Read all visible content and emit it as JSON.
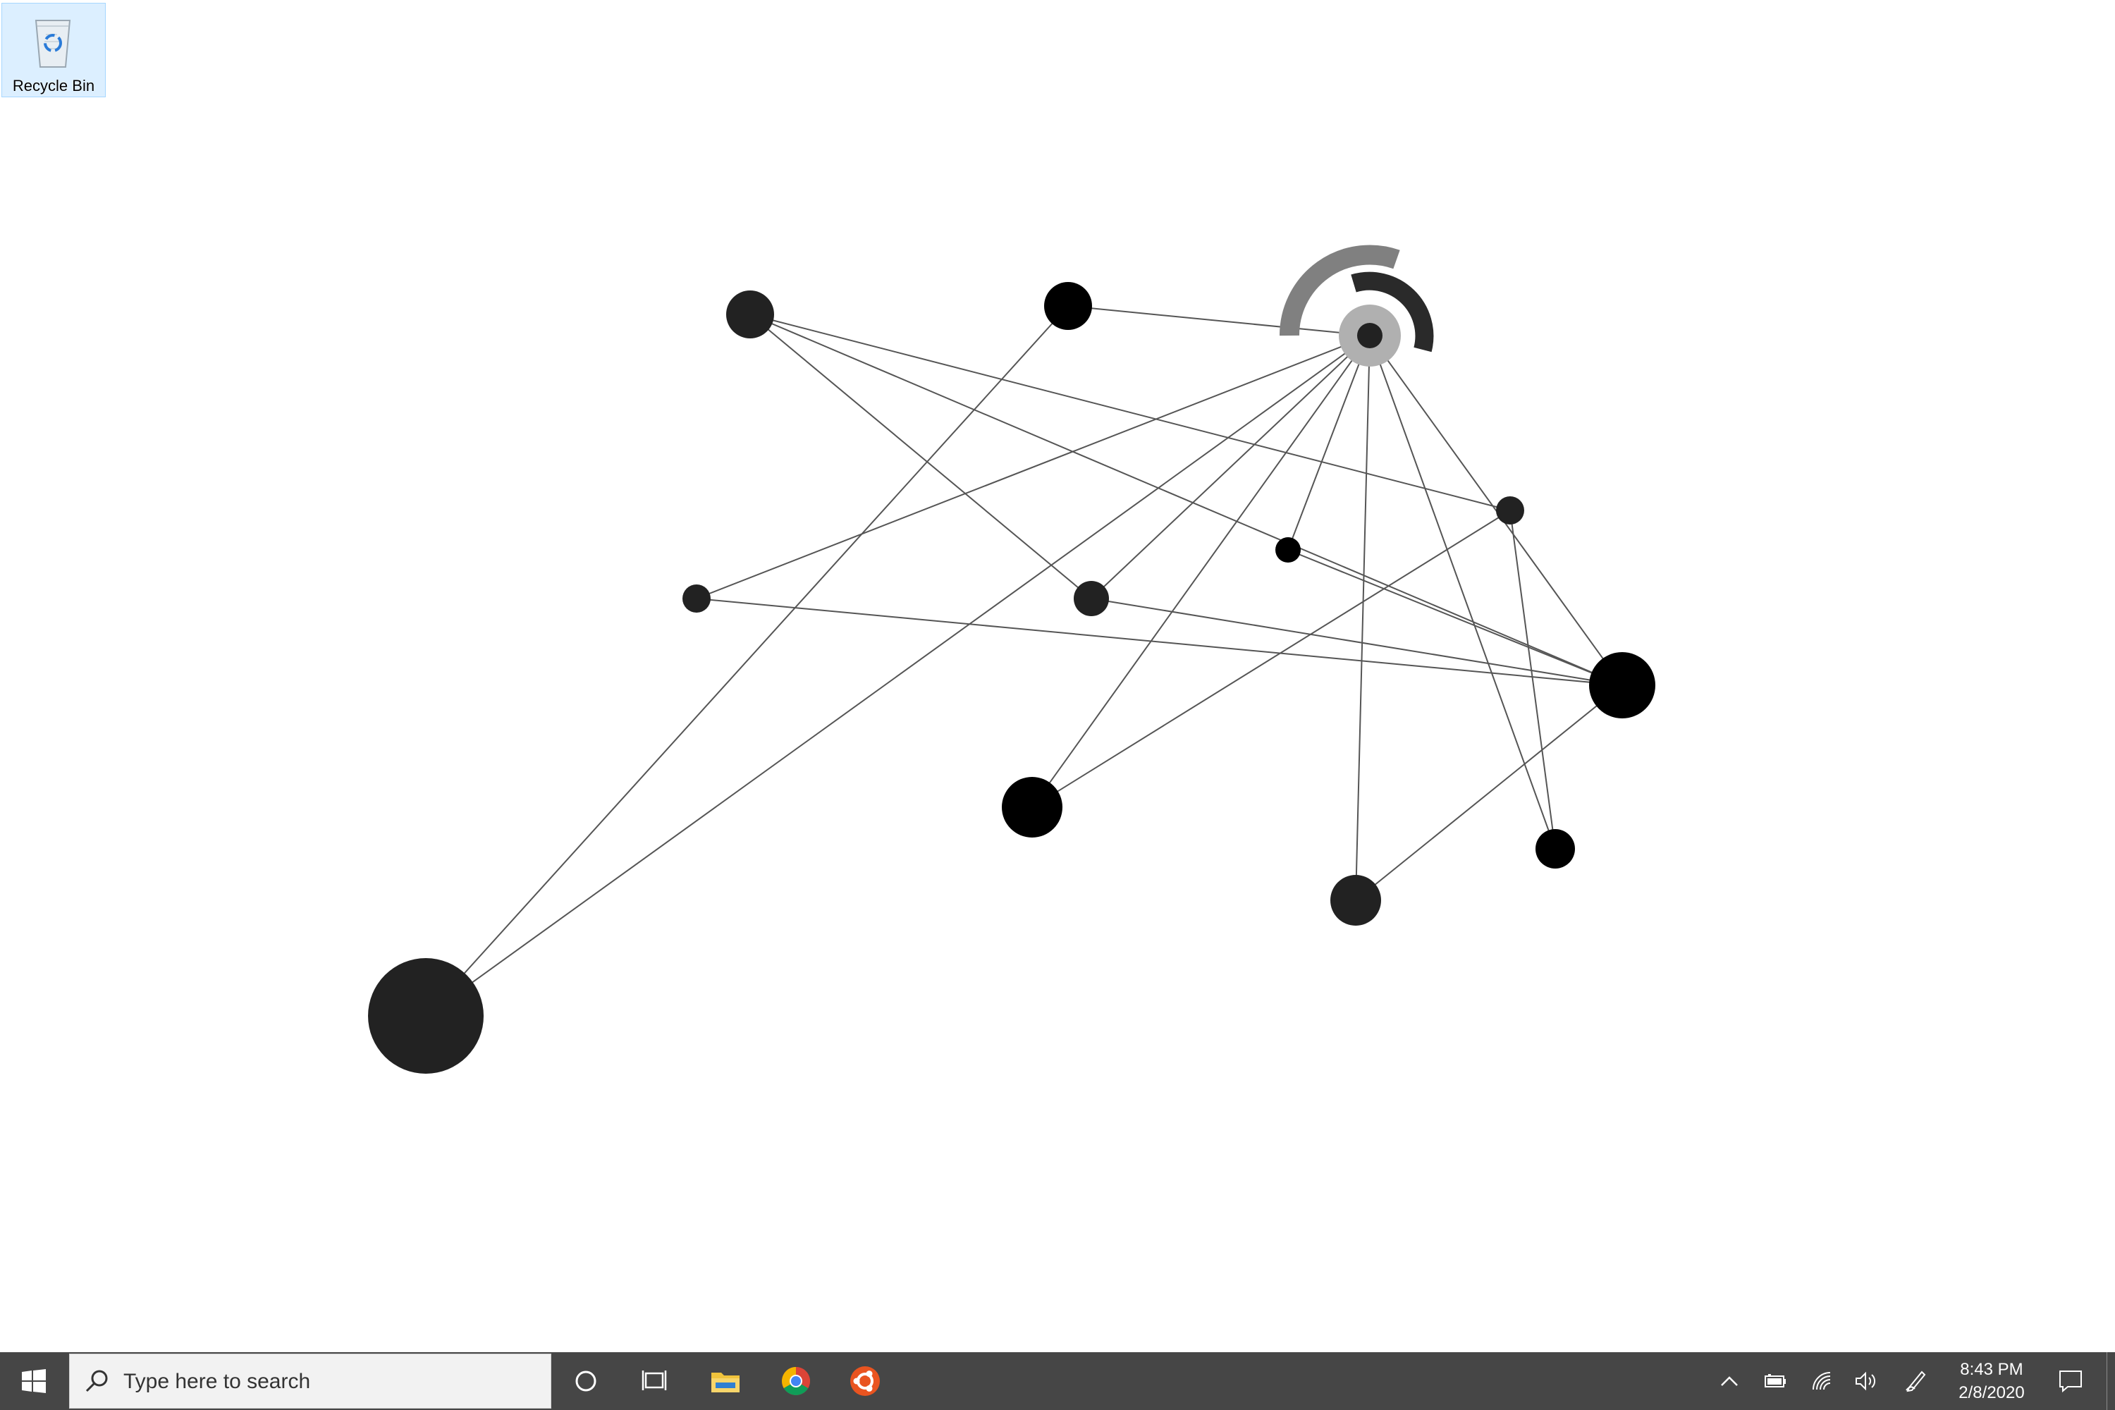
{
  "desktop": {
    "icons": [
      {
        "label": "Recycle Bin",
        "icon": "recycle-bin-icon"
      }
    ]
  },
  "graph": {
    "node_color": "#222222",
    "edge_color": "#555555",
    "arc_colors": [
      "#808080",
      "#2a2a2a",
      "#b0b0b0"
    ]
  },
  "taskbar": {
    "search": {
      "placeholder": "Type here to search"
    },
    "pinned": [
      {
        "name": "cortana",
        "icon": "circle-icon"
      },
      {
        "name": "task-view",
        "icon": "task-view-icon"
      },
      {
        "name": "file-explorer",
        "icon": "folder-icon"
      },
      {
        "name": "chrome",
        "icon": "chrome-icon"
      },
      {
        "name": "ubuntu",
        "icon": "ubuntu-icon"
      }
    ],
    "tray": {
      "icons": [
        "chevron-up-icon",
        "battery-icon",
        "wifi-icon",
        "volume-icon",
        "pen-icon"
      ],
      "time": "8:43 PM",
      "date": "2/8/2020"
    },
    "background": "#464646"
  }
}
